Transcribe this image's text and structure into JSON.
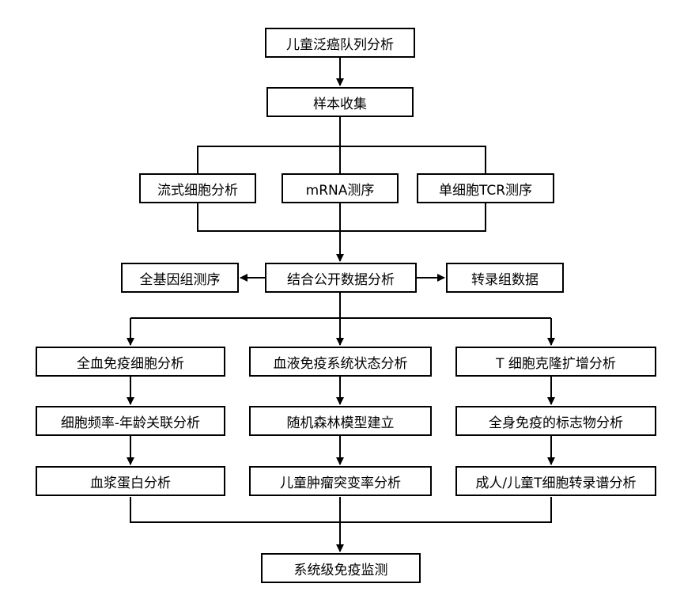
{
  "flow": {
    "top": "儿童泛癌队列分析",
    "collect": "样本收集",
    "methods": [
      "流式细胞分析",
      "mRNA测序",
      "单细胞TCR测序"
    ],
    "integrate": "结合公开数据分析",
    "left_side": "全基因组测序",
    "right_side": "转录组数据",
    "col1": [
      "全血免疫细胞分析",
      "细胞频率-年龄关联分析",
      "血浆蛋白分析"
    ],
    "col2": [
      "血液免疫系统状态分析",
      "随机森林模型建立",
      "儿童肿瘤突变率分析"
    ],
    "col3": [
      "T 细胞克隆扩增分析",
      "全身免疫的标志物分析",
      "成人/儿童T细胞转录谱分析"
    ],
    "bottom": "系统级免疫监测"
  }
}
